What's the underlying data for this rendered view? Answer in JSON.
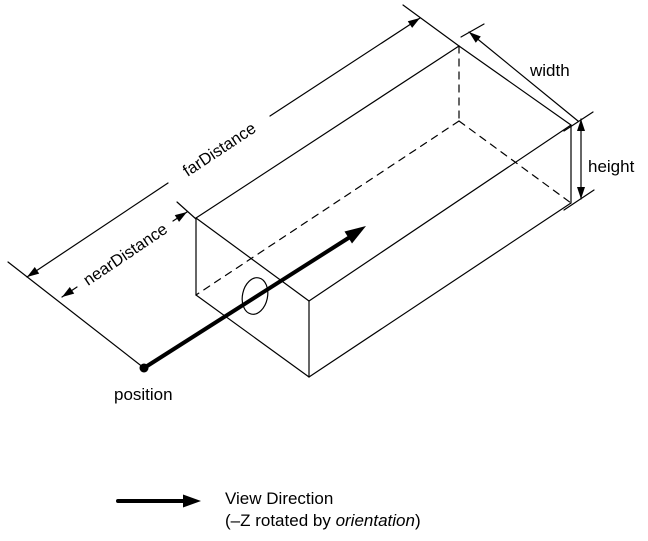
{
  "figure": {
    "type": "camera-view-volume-diagram",
    "background_color": "#ffffff",
    "stroke_color": "#000000"
  },
  "labels": {
    "far_distance": "farDistance",
    "near_distance": "nearDistance",
    "width": "width",
    "height": "height",
    "position": "position"
  },
  "legend": {
    "line1": "View Direction",
    "line2_prefix": "(–Z rotated by ",
    "line2_italic": "orientation",
    "line2_suffix": ")"
  }
}
